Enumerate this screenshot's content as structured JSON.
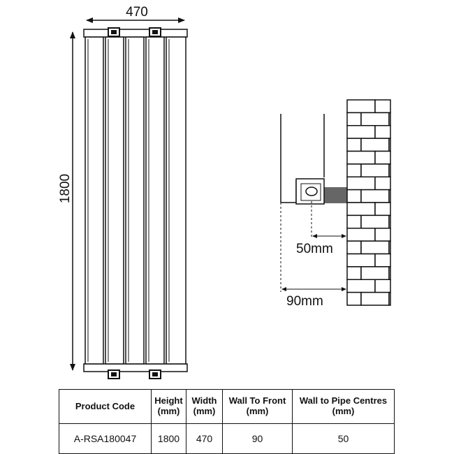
{
  "dimensions": {
    "width_label": "470",
    "height_label": "1800",
    "wall_to_pipe_label": "50mm",
    "wall_to_front_label": "90mm"
  },
  "table": {
    "headers": [
      "Product Code",
      "Height\n(mm)",
      "Width\n(mm)",
      "Wall To Front\n(mm)",
      "Wall to Pipe Centres\n(mm)"
    ],
    "row": [
      "A-RSA180047",
      "1800",
      "470",
      "90",
      "50"
    ]
  },
  "colors": {
    "line": "#111111",
    "bracket_fill": "#666666",
    "panel_fill": "#ffffff"
  }
}
